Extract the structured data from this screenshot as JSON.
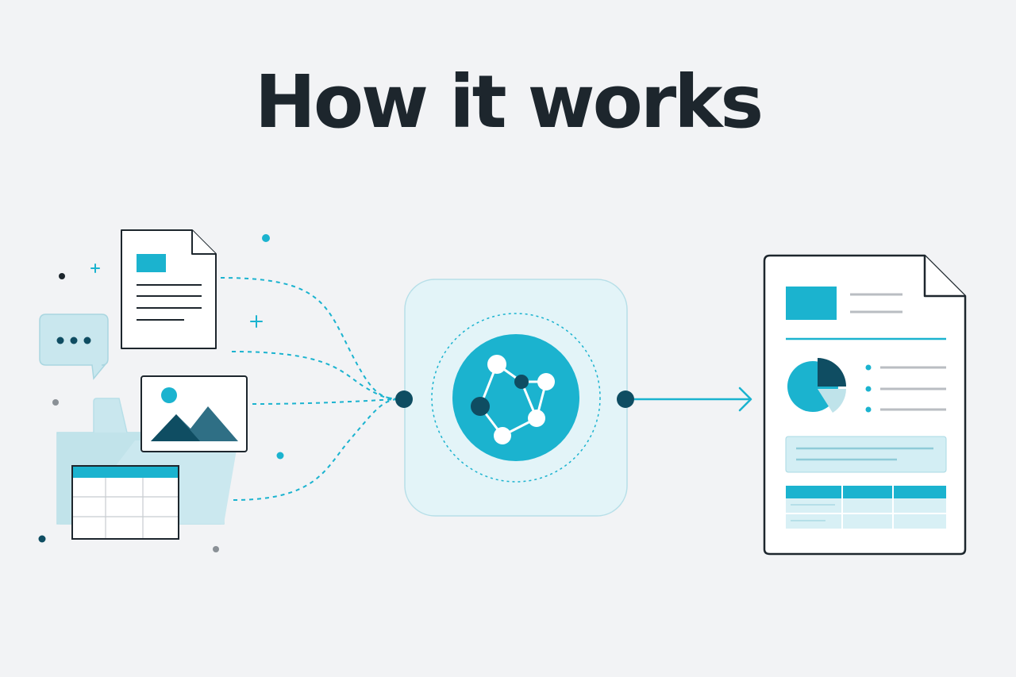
{
  "title": "How it works",
  "colors": {
    "background": "#f2f3f5",
    "ink": "#1d262d",
    "accent": "#1bb3cf",
    "accent_dark": "#0f4d62",
    "accent_mid": "#2f6f85",
    "accent_light": "#bfe3ea",
    "panel_fill": "#e3f4f8",
    "panel_border": "#b7dfe8",
    "line_gray": "#b9bdc2"
  },
  "icons": {
    "inputs": [
      "text-document-icon",
      "chat-bubble-icon",
      "image-icon",
      "folder-icon",
      "spreadsheet-icon"
    ],
    "processor": "network-graph-icon",
    "output": "report-document-icon",
    "output_parts": [
      "header-block",
      "pie-chart-icon",
      "bullet-list",
      "text-box",
      "table"
    ]
  }
}
